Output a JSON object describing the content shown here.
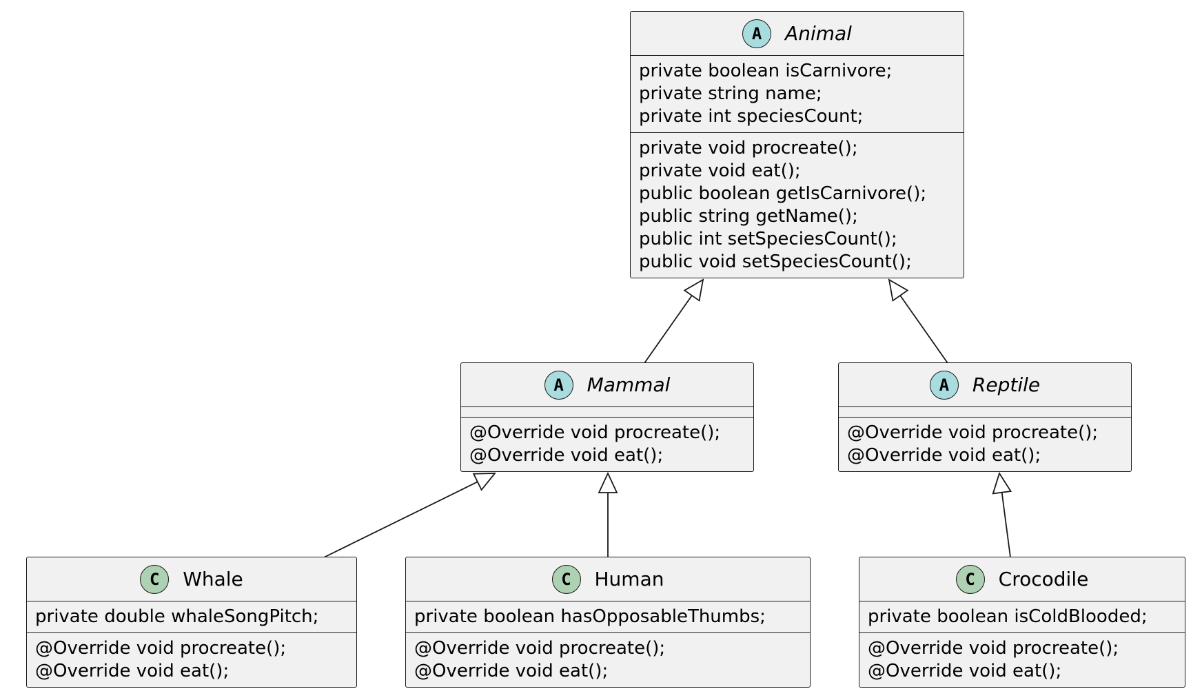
{
  "classes": {
    "animal": {
      "kind": "abstract",
      "badge": "A",
      "name": "Animal",
      "fields": [
        "private boolean isCarnivore;",
        "private string name;",
        "private int speciesCount;"
      ],
      "methods": [
        "private void procreate();",
        "private void eat();",
        "public boolean getIsCarnivore();",
        "public string getName();",
        "public int setSpeciesCount();",
        "public void setSpeciesCount();"
      ]
    },
    "mammal": {
      "kind": "abstract",
      "badge": "A",
      "name": "Mammal",
      "fields": [],
      "methods": [
        "@Override void procreate();",
        "@Override void eat();"
      ]
    },
    "reptile": {
      "kind": "abstract",
      "badge": "A",
      "name": "Reptile",
      "fields": [],
      "methods": [
        "@Override void procreate();",
        "@Override void eat();"
      ]
    },
    "whale": {
      "kind": "concrete",
      "badge": "C",
      "name": "Whale",
      "fields": [
        "private double whaleSongPitch;"
      ],
      "methods": [
        "@Override void procreate();",
        "@Override void eat();"
      ]
    },
    "human": {
      "kind": "concrete",
      "badge": "C",
      "name": "Human",
      "fields": [
        "private boolean hasOpposableThumbs;"
      ],
      "methods": [
        "@Override void procreate();",
        "@Override void eat();"
      ]
    },
    "crocodile": {
      "kind": "concrete",
      "badge": "C",
      "name": "Crocodile",
      "fields": [
        "private boolean isColdBlooded;"
      ],
      "methods": [
        "@Override void procreate();",
        "@Override void eat();"
      ]
    }
  },
  "relations": [
    {
      "type": "inheritance",
      "child": "mammal",
      "parent": "animal"
    },
    {
      "type": "inheritance",
      "child": "reptile",
      "parent": "animal"
    },
    {
      "type": "inheritance",
      "child": "whale",
      "parent": "mammal"
    },
    {
      "type": "inheritance",
      "child": "human",
      "parent": "mammal"
    },
    {
      "type": "inheritance",
      "child": "crocodile",
      "parent": "reptile"
    }
  ],
  "colors": {
    "class_fill": "#f1f1f1",
    "border": "#181818",
    "abstract_badge": "#a9dcdf",
    "class_badge": "#add1b2"
  }
}
